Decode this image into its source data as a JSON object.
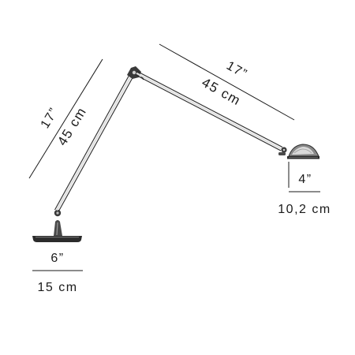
{
  "dimensions": {
    "lower_arm": {
      "inches": "17”",
      "cm": "45 cm"
    },
    "upper_arm": {
      "inches": "17”",
      "cm": "45 cm"
    },
    "head": {
      "inches": "4”",
      "cm": "10,2 cm"
    },
    "base": {
      "inches": "6”",
      "cm": "15 cm"
    }
  },
  "colors": {
    "ink": "#1a1a1a",
    "lamp": "#2b2b2b",
    "lamp_fill": "#8a8a8a",
    "lamp_light": "#d9d9d9"
  }
}
